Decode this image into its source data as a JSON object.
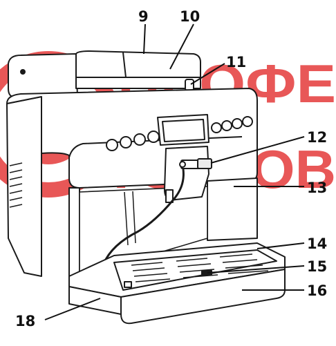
{
  "watermark": {
    "line1": "ПРОФЕ",
    "line2": "ТОРГОВ",
    "color": "#e43a3a"
  },
  "callouts": [
    {
      "id": "9",
      "label": "9"
    },
    {
      "id": "10",
      "label": "10"
    },
    {
      "id": "11",
      "label": "11"
    },
    {
      "id": "12",
      "label": "12"
    },
    {
      "id": "13",
      "label": "13"
    },
    {
      "id": "14",
      "label": "14"
    },
    {
      "id": "15",
      "label": "15"
    },
    {
      "id": "16",
      "label": "16"
    },
    {
      "id": "18",
      "label": "18"
    }
  ]
}
